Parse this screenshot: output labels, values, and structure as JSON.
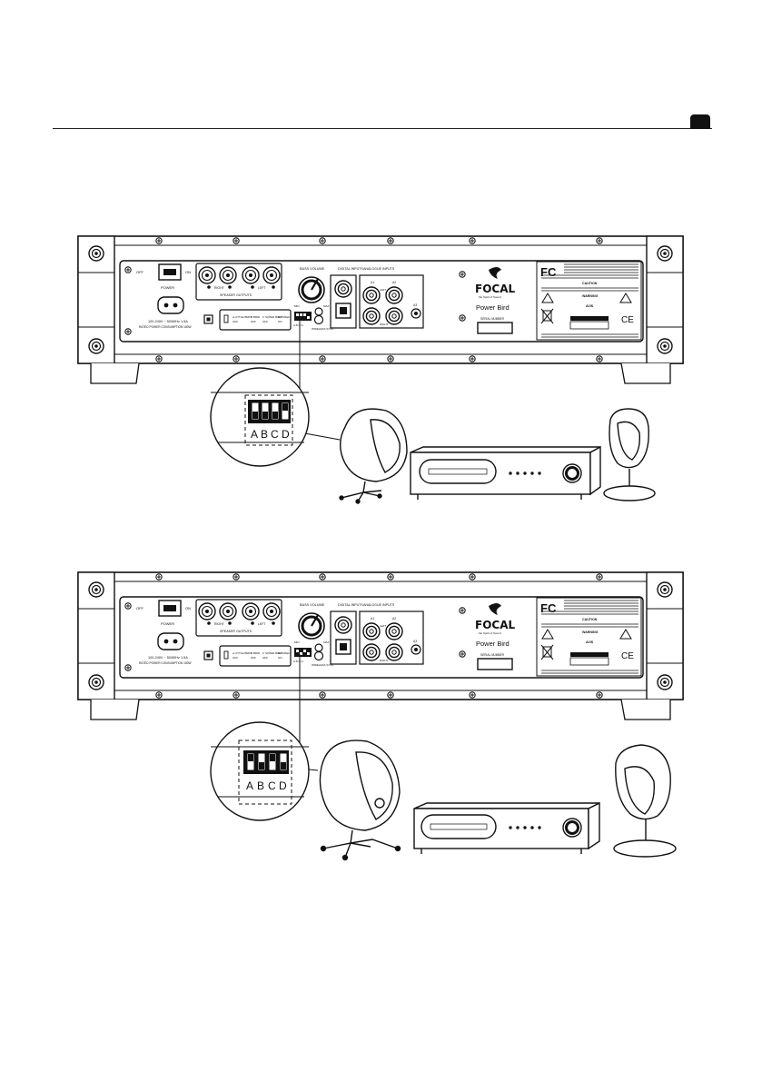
{
  "header": {
    "tab_label": ""
  },
  "labels": {
    "off": "OFF",
    "on": "ON",
    "power": "POWER",
    "right": "RIGHT",
    "left": "LEFT",
    "speaker_outputs": "SPEAKER OUTPUTS",
    "bass_volume": "BASS VOLUME",
    "min": "MIN",
    "max": "MAX",
    "digital_inputs": "DIGITAL INPUTS",
    "analog_inputs": "ANALOGUE INPUTS",
    "a1": "A1",
    "a2": "A2",
    "left_ch": "LEFT",
    "right_ch": "RIGHT",
    "a3": "A3",
    "wireless_sync": "WIRELESS SYNC",
    "brand": "FOCAL",
    "tagline": "the Spirit of Sound",
    "model": "Power Bird",
    "serial_number": "SERIAL NUMBER",
    "fc": "FC",
    "caution": "CAUTION",
    "warning": "WARNING",
    "avis": "AVIS",
    "ce": "CE",
    "dip_a": "A",
    "dip_b": "B",
    "dip_c": "C",
    "dip_d": "D"
  },
  "panels": [
    {
      "power_spec": "100-240V ~ 50/60Hz 1.5A",
      "power_consumption": "RATED POWER CONSUMPTION 180W",
      "switches": [
        "A LITTLE BIRD",
        "B BIRD",
        "C SUPER BIRD",
        "D PURELY"
      ],
      "switch_states": [
        "OFF",
        "OFF",
        "OFF",
        "ON"
      ],
      "dip_positions": [
        "down",
        "down",
        "down",
        "up"
      ]
    },
    {
      "power_spec": "100-240V ~ 50/60Hz 1.5A",
      "power_consumption": "RATED POWER CONSUMPTION 180W",
      "switches": [
        "A LITTLE BIRD",
        "B BIRD",
        "C SUPER BIRD",
        "D PURELY"
      ],
      "switch_states": [
        "OFF",
        "OFF",
        "OFF",
        "ON"
      ],
      "dip_positions": [
        "up",
        "down",
        "up",
        "down"
      ]
    }
  ]
}
